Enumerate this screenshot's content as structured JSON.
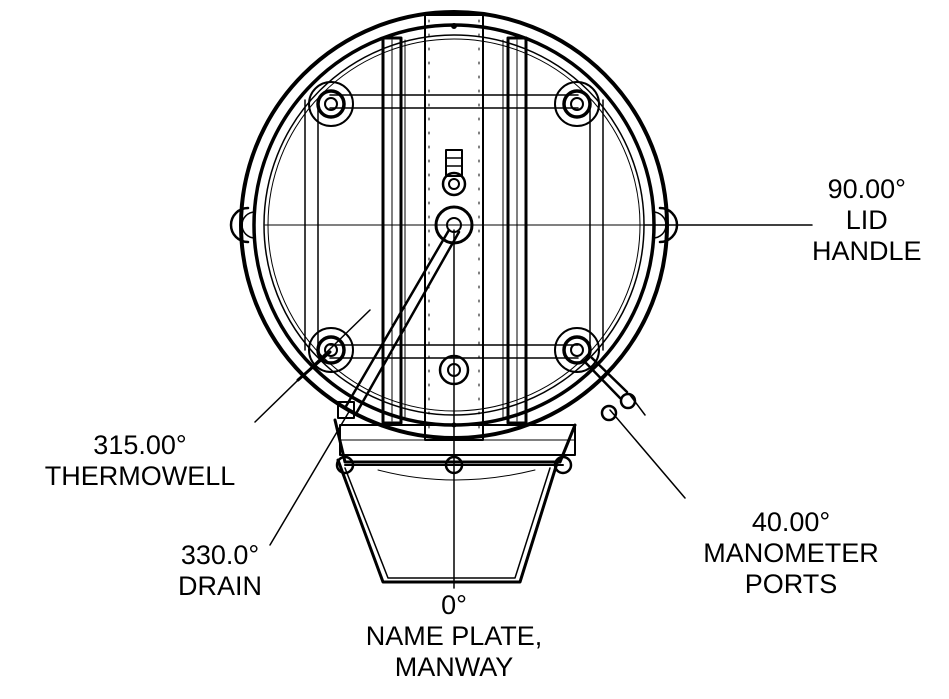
{
  "callouts": [
    {
      "id": "lid-handle",
      "lines": [
        "90.00°",
        "LID",
        "HANDLE"
      ]
    },
    {
      "id": "thermowell",
      "lines": [
        "315.00°",
        "THERMOWELL"
      ]
    },
    {
      "id": "drain",
      "lines": [
        "330.0°",
        "DRAIN"
      ]
    },
    {
      "id": "name-plate",
      "lines": [
        "0°",
        "NAME PLATE,",
        "MANWAY"
      ]
    },
    {
      "id": "manometer-ports",
      "lines": [
        "40.00°",
        "MANOMETER",
        "PORTS"
      ]
    }
  ],
  "colors": {
    "ink": "#000000",
    "paper": "#ffffff"
  }
}
